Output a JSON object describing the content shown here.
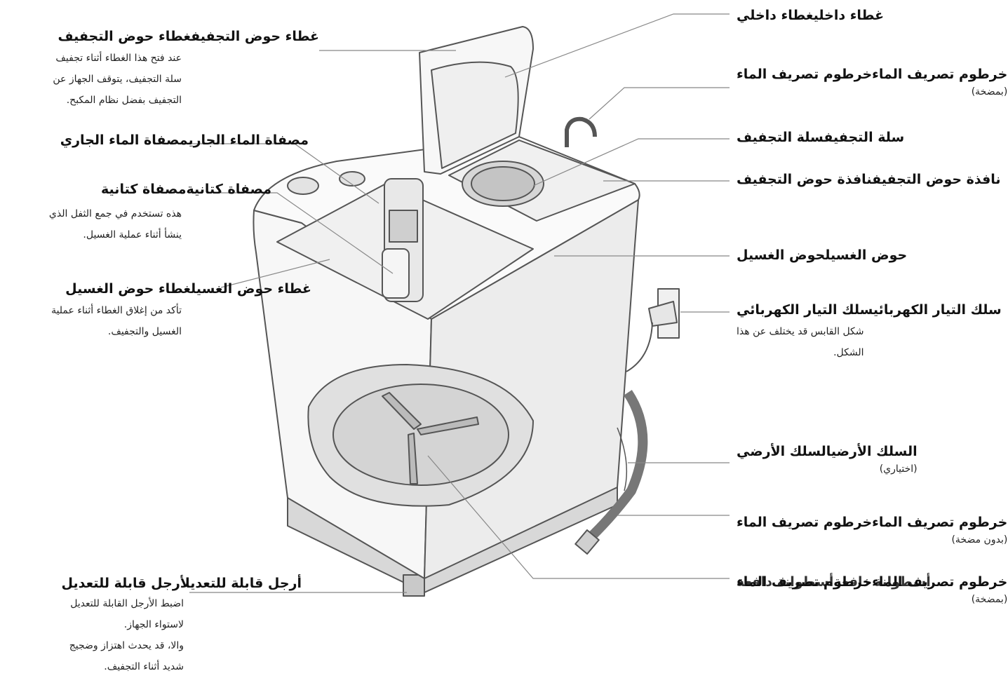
{
  "left_labels": {
    "spin_lid": {
      "title": "غطاء حوض التجفيفغطاء حوض التجفيف",
      "note": [
        "عند فتح هذا الغطاء أثناء تجفيف",
        "سلة التجفيف، يتوقف الجهاز عن",
        "التجفيف بفضل نظام المكبح."
      ]
    },
    "water_filter": {
      "title": "مصفاة الماء الجاريمصفاة الماء الجاري"
    },
    "lint_filter": {
      "title": "مصفاة كتانيةمصفاة كتانية",
      "note": [
        "هذه تستخدم في جمع الثفل الذي",
        "ينشأ أثناء عملية الغسيل."
      ]
    },
    "wash_lid": {
      "title": "غطاء حوض الغسيلغطاء حوض الغسيل",
      "note": [
        "تأكد من إغلاق الغطاء أثناء عملية",
        "الغسيل والتجفيف."
      ]
    },
    "feet": {
      "title": "أرجل قابلة للتعديلأرجل قابلة للتعديل",
      "note": [
        "اضبط الأرجل القابلة للتعديل",
        "لاستواء الجهاز.",
        "والا، قد يحدث اهتزاز وضجيج",
        "شديد أثناء التجفيف."
      ]
    }
  },
  "right_labels": {
    "inner_lid": {
      "title": "غطاء داخليغطاء داخلي"
    },
    "drain_hose_faucet": {
      "title": "خرطوم تصريف الماءخرطوم تصريف الماء",
      "sub": "(بمضخة)"
    },
    "spin_basket": {
      "title": "سلة التجفيفسلة التجفيف"
    },
    "spin_tub_window": {
      "title": "نافذة حوض التجفيفنافذة حوض التجفيف"
    },
    "wash_tub": {
      "title": "حوض الغسيلحوض الغسيل"
    },
    "power_cord": {
      "title": "سلك التيار الكهربائيسلك التيار الكهربائي",
      "note": [
        "شكل القابس قد يختلف عن هذا",
        "الشكل."
      ]
    },
    "ground_wire": {
      "title": "السلك الأرضيالسلك الأرضي",
      "sub": "(اختياري)"
    },
    "drain_hose_nopump": {
      "title": "خرطوم تصريف الماءخرطوم تصريف الماء",
      "sub": "(بدون مضخة)"
    },
    "drain_hose_pump": {
      "title": "خرطوم تصريف الماءخرطوم تصريف الماء",
      "sub": "(بمضخة)"
    },
    "pulsator": {
      "title": "أسطوانة دافعةأسطوانة دافعة"
    }
  },
  "colors": {
    "line": "#7a7a7a",
    "outline": "#555555",
    "body_fill": "#f2f2f2",
    "tub_fill": "#e2e2e2"
  }
}
